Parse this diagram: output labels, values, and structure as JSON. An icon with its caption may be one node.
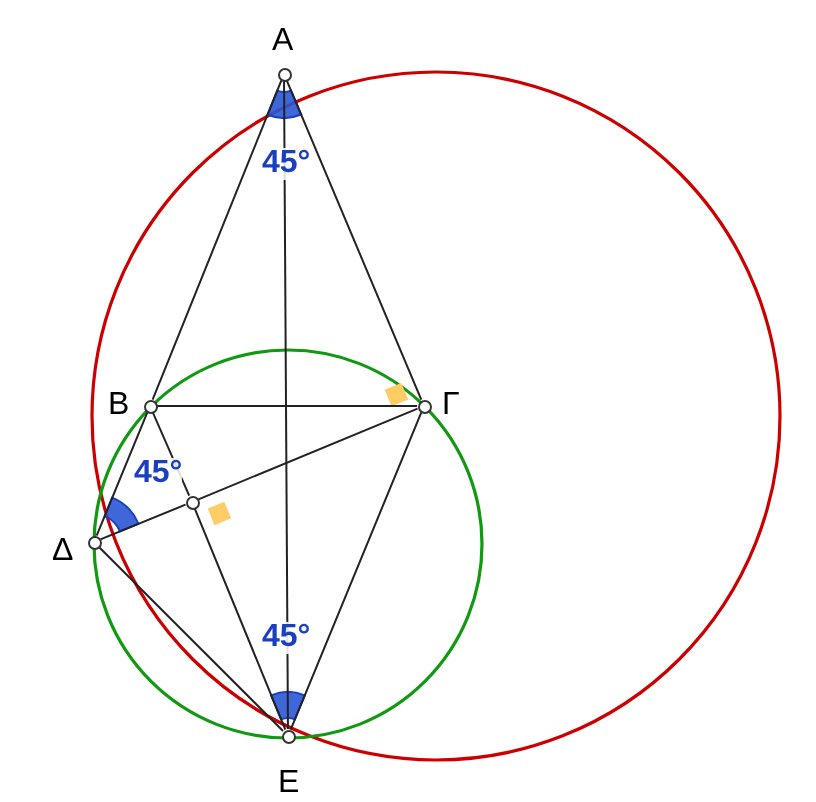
{
  "diagram": {
    "nodes": [
      {
        "text": [],
        "shape": "circle",
        "beside": [
          "Α"
        ]
      },
      {
        "text": [],
        "shape": "circle",
        "beside": [
          "Β"
        ]
      },
      {
        "text": [],
        "shape": "circle",
        "beside": [
          "Γ"
        ]
      },
      {
        "text": [],
        "shape": "circle"
      },
      {
        "text": [],
        "shape": "circle",
        "beside": [
          "Δ"
        ]
      },
      {
        "text": [],
        "shape": "circle",
        "beside": [
          "Ε"
        ]
      }
    ],
    "edges": [
      {
        "from": 0,
        "to": 1,
        "arrow": "none"
      },
      {
        "from": 0,
        "to": 2,
        "arrow": "none"
      },
      {
        "from": 0,
        "to": 5,
        "arrow": "none"
      },
      {
        "from": 1,
        "to": 2,
        "arrow": "none"
      },
      {
        "from": 1,
        "to": 4,
        "arrow": "none"
      },
      {
        "from": 1,
        "to": 3,
        "arrow": "none"
      },
      {
        "from": 3,
        "to": 5,
        "arrow": "none"
      },
      {
        "from": 4,
        "to": 3,
        "arrow": "none"
      },
      {
        "from": 3,
        "to": 2,
        "arrow": "none"
      },
      {
        "from": 4,
        "to": 5,
        "arrow": "none"
      },
      {
        "from": 2,
        "to": 5,
        "arrow": "none"
      }
    ],
    "labels": [
      "45°",
      "45°",
      "45°"
    ]
  }
}
